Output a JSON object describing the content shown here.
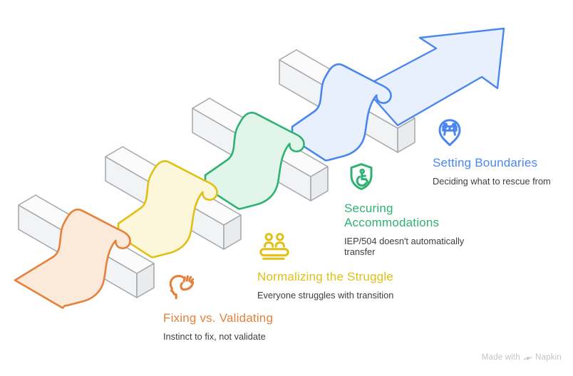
{
  "diagram": {
    "type": "ribbon-over-hurdles-flow",
    "steps": [
      {
        "title": "Fixing vs. Validating",
        "subtitle": "Instinct to fix, not validate",
        "accent": "#E5813B",
        "ribbon_fill": "#FBE9D9",
        "icon": "head-with-hand-icon"
      },
      {
        "title": "Normalizing the Struggle",
        "subtitle": "Everyone struggles with transition",
        "accent": "#E0C014",
        "ribbon_fill": "#FCF7DA",
        "icon": "people-over-book-icon"
      },
      {
        "title": "Securing Accommodations",
        "subtitle": "IEP/504 doesn't automatically transfer",
        "accent": "#2EB273",
        "ribbon_fill": "#E1F5EA",
        "icon": "accessibility-shield-icon"
      },
      {
        "title": "Setting Boundaries",
        "subtitle": "Deciding what to rescue from",
        "accent": "#4A86EF",
        "ribbon_fill": "#E9F0FD",
        "icon": "barrier-pin-icon"
      }
    ],
    "subtitle_color": "#3C4043",
    "hurdle": {
      "stroke": "#A3A7AB",
      "top_fill": "#FBFBFB",
      "front_fill": "#F2F3F4",
      "end_fill": "#EAEBEC"
    },
    "arrow": {
      "fill": "#E9F0FD",
      "stroke": "#4A86EF"
    },
    "footer": {
      "made_with": "Made with",
      "brand": "Napkin",
      "color": "#C1C5C9"
    }
  }
}
